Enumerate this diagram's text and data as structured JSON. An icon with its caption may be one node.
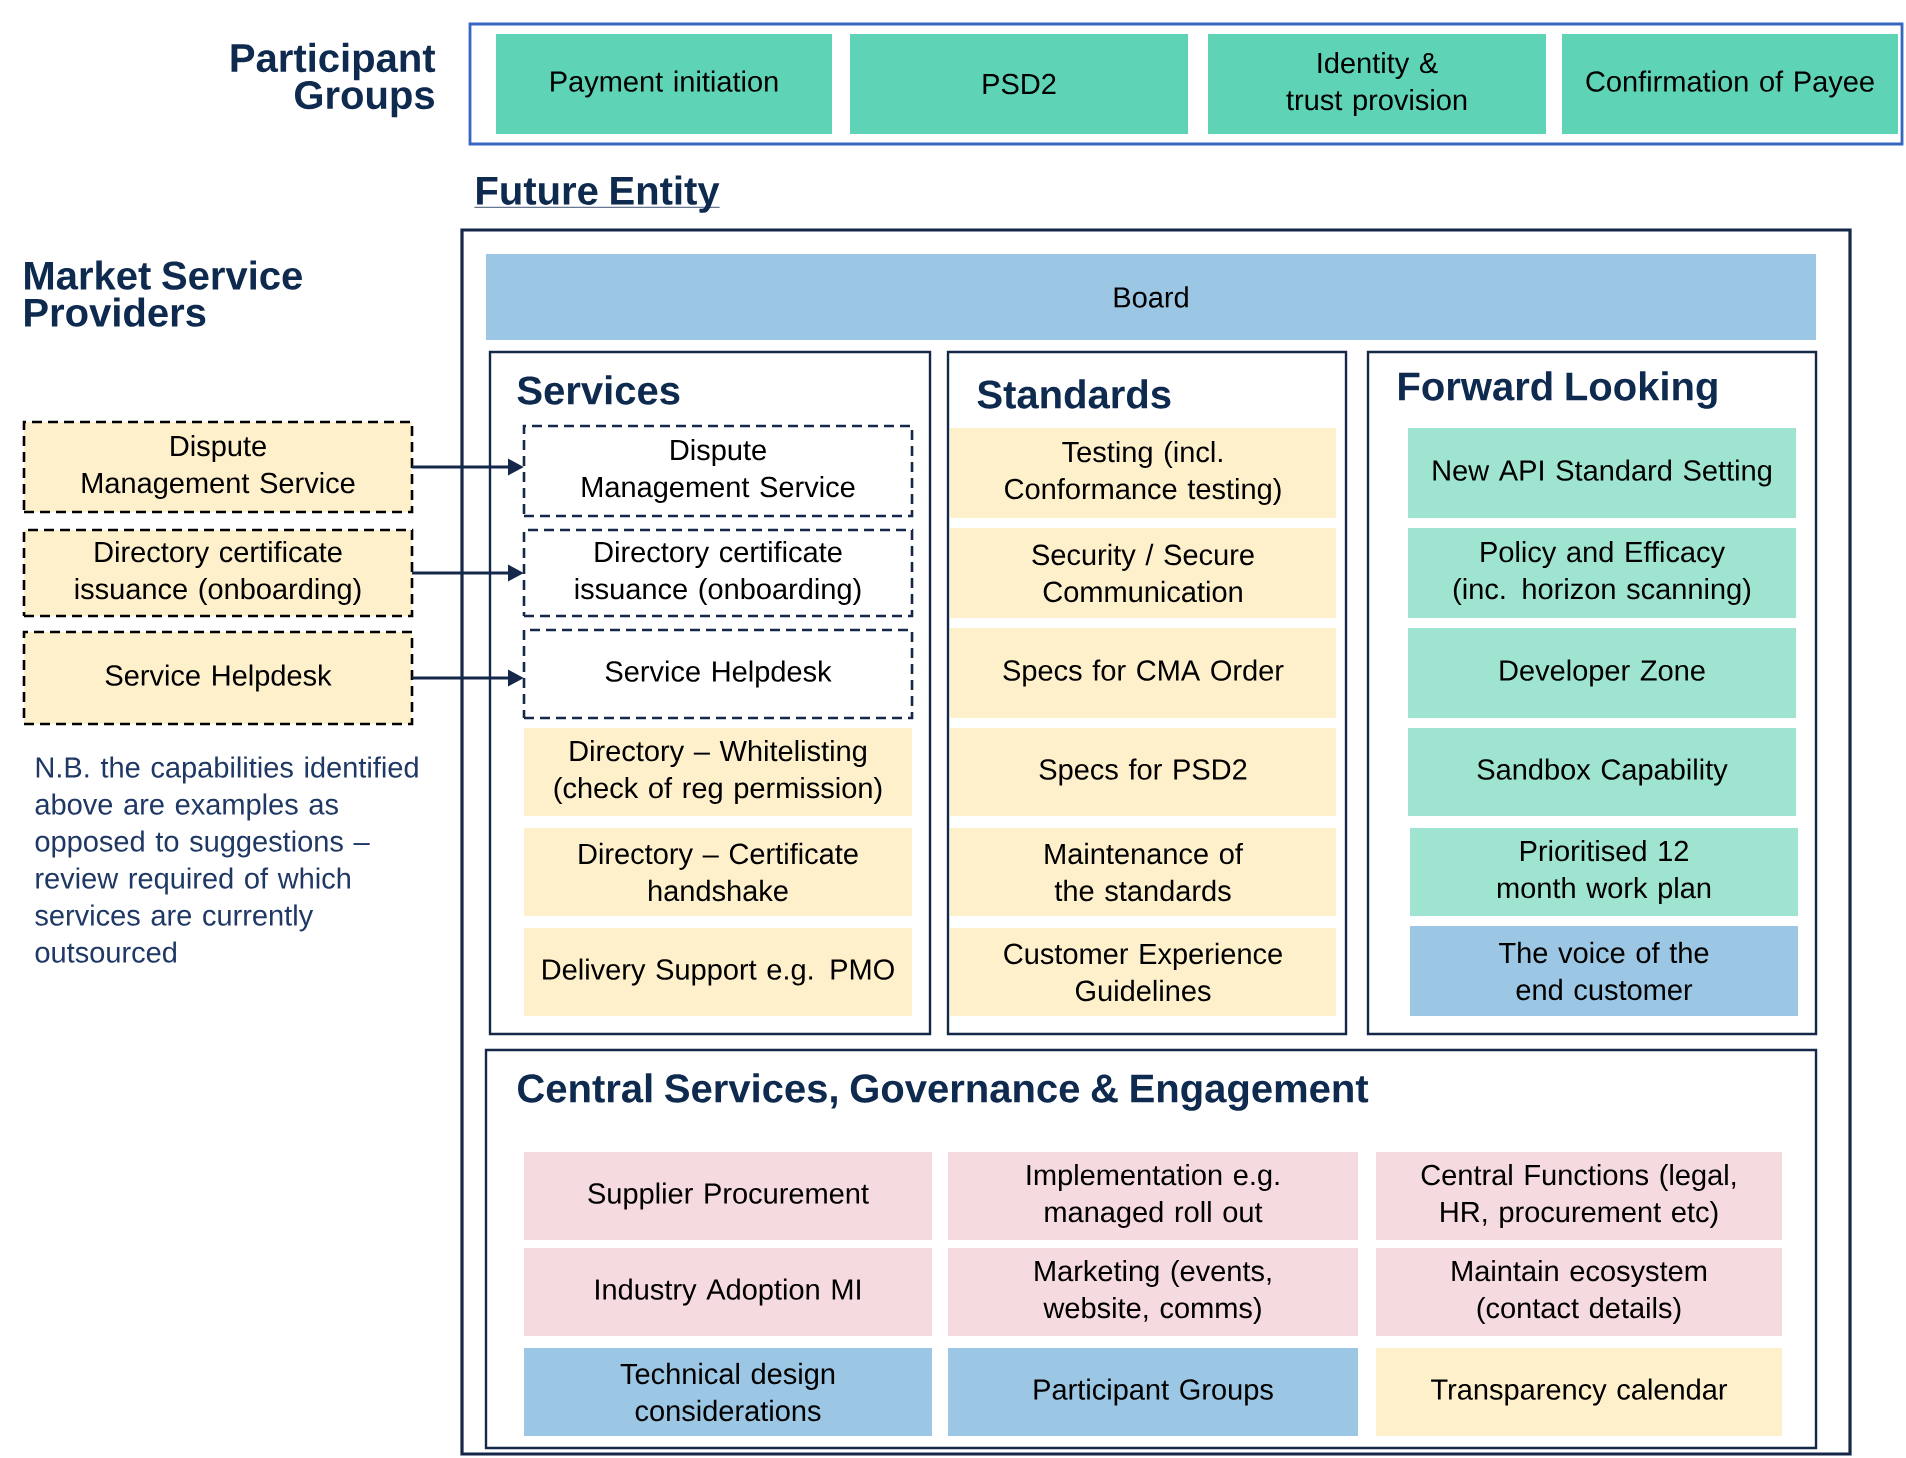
{
  "diagram": {
    "nodes": [
      {
        "text": [
          "Participant Groups"
        ]
      },
      {
        "text": [
          "Payment initiation"
        ],
        "in": 0
      },
      {
        "text": [
          "PSD2"
        ],
        "in": 0
      },
      {
        "text": [
          "Identity & trust provision"
        ],
        "in": 0
      },
      {
        "text": [
          "Confirmation of Payee"
        ],
        "in": 0
      },
      {
        "text": [
          "Future Entity"
        ]
      },
      {
        "text": [
          "Board"
        ],
        "in": 5
      },
      {
        "text": [
          "Services"
        ],
        "in": 5
      },
      {
        "text": [
          "Dispute Management Service"
        ],
        "in": 7
      },
      {
        "text": [
          "Directory certificate issuance (onboarding)"
        ],
        "in": 7
      },
      {
        "text": [
          "Service Helpdesk"
        ],
        "in": 7
      },
      {
        "text": [
          "Directory – Whitelisting (check of reg permission)"
        ],
        "in": 7
      },
      {
        "text": [
          "Directory – Certificate handshake"
        ],
        "in": 7
      },
      {
        "text": [
          "Delivery Support e.g. PMO"
        ],
        "in": 7
      },
      {
        "text": [
          "Standards"
        ],
        "in": 5
      },
      {
        "text": [
          "Testing (incl. Conformance testing)"
        ],
        "in": 14
      },
      {
        "text": [
          "Security / Secure Communication"
        ],
        "in": 14
      },
      {
        "text": [
          "Specs for CMA Order"
        ],
        "in": 14
      },
      {
        "text": [
          "Specs for PSD2"
        ],
        "in": 14
      },
      {
        "text": [
          "Maintenance of the standards"
        ],
        "in": 14
      },
      {
        "text": [
          "Customer Experience Guidelines"
        ],
        "in": 14
      },
      {
        "text": [
          "Forward Looking"
        ],
        "in": 5
      },
      {
        "text": [
          "New API Standard Setting"
        ],
        "in": 21
      },
      {
        "text": [
          "Policy and Efficacy (inc. horizon scanning)"
        ],
        "in": 21
      },
      {
        "text": [
          "Developer Zone"
        ],
        "in": 21
      },
      {
        "text": [
          "Sandbox Capability"
        ],
        "in": 21
      },
      {
        "text": [
          "Prioritised 12 month work plan"
        ],
        "in": 21
      },
      {
        "text": [
          "The voice of the end customer"
        ],
        "in": 21
      },
      {
        "text": [
          "Central Services, Governance & Engagement"
        ],
        "in": 5
      },
      {
        "text": [
          "Supplier Procurement"
        ],
        "in": 28
      },
      {
        "text": [
          "Implementation e.g. managed roll out"
        ],
        "in": 28
      },
      {
        "text": [
          "Central Functions (legal, HR, procurement etc)"
        ],
        "in": 28
      },
      {
        "text": [
          "Industry Adoption MI"
        ],
        "in": 28
      },
      {
        "text": [
          "Marketing (events, website, comms)"
        ],
        "in": 28
      },
      {
        "text": [
          "Maintain ecosystem (contact details)"
        ],
        "in": 28
      },
      {
        "text": [
          "Technical design considerations"
        ],
        "in": 28
      },
      {
        "text": [
          "Participant Groups"
        ],
        "in": 28
      },
      {
        "text": [
          "Transparency calendar"
        ],
        "in": 28
      },
      {
        "text": [
          "Dispute Management Service"
        ]
      },
      {
        "text": [
          "Directory certificate issuance (onboarding)"
        ]
      },
      {
        "text": [
          "Service Helpdesk"
        ]
      }
    ],
    "edges": [
      {
        "from": 38,
        "to": 8,
        "arrow": "to"
      },
      {
        "from": 39,
        "to": 9,
        "arrow": "to"
      },
      {
        "from": 40,
        "to": 10,
        "arrow": "to"
      }
    ],
    "labels": [
      "Market Service Providers",
      "N.B. the capabilities identified above are examples as opposed to suggestions – review required of which services are currently outsourced"
    ]
  }
}
